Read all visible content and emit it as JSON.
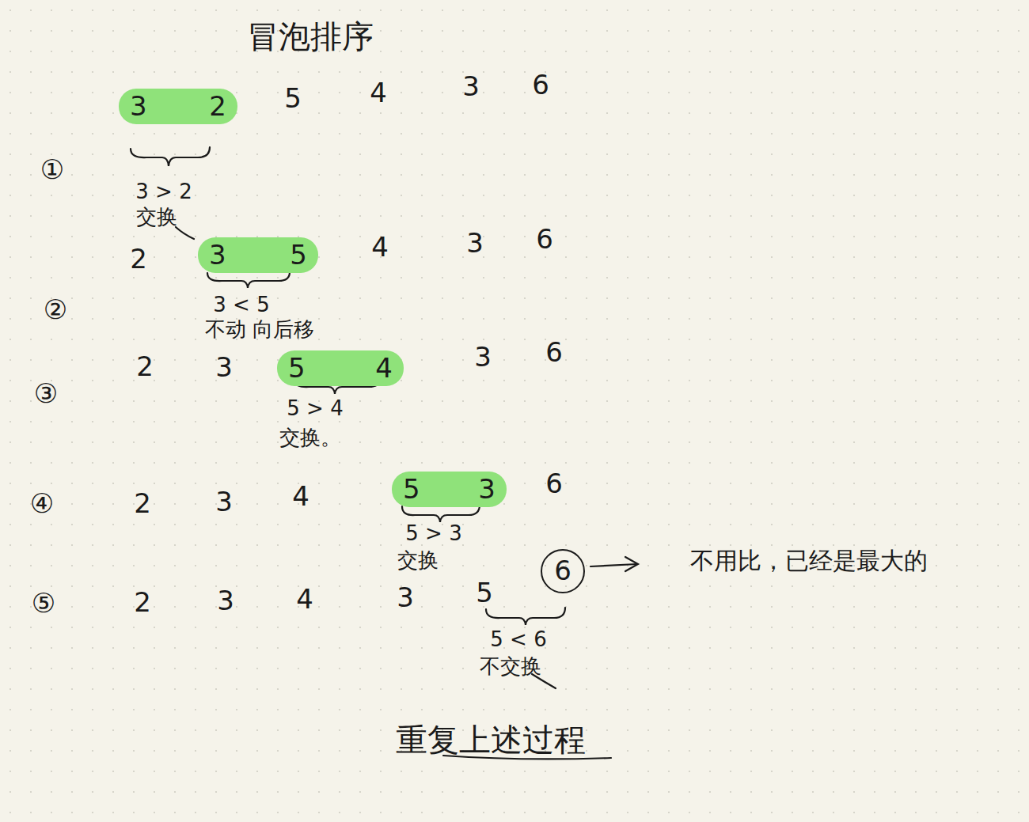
{
  "diagram": {
    "title": "冒泡排序",
    "nodes": [
      {
        "text": [
          "3",
          "2"
        ]
      },
      {
        "text": [
          "3",
          "5"
        ]
      },
      {
        "text": [
          "5",
          "4"
        ]
      },
      {
        "text": [
          "5",
          "3"
        ]
      },
      {
        "text": [
          "6"
        ]
      }
    ],
    "labels": [
      "5",
      "4",
      "3",
      "6",
      "①",
      "3 > 2",
      "交换",
      "2",
      "4",
      "3",
      "6",
      "②",
      "3 < 5",
      "不动 向后移",
      "2",
      "3",
      "3",
      "6",
      "③",
      "5 > 4",
      "交换。",
      "④",
      "2",
      "3",
      "4",
      "6",
      "5 > 3",
      "交换",
      "不用比，已经是最大的",
      "⑤",
      "2",
      "3",
      "4",
      "3",
      "5",
      "5 < 6",
      "不交换",
      "重复上述过程"
    ]
  }
}
